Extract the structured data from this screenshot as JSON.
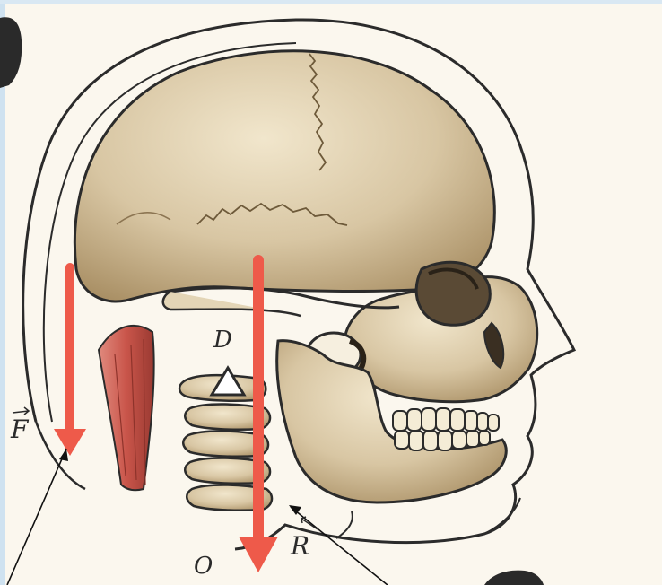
{
  "colors": {
    "background": "#fbf7ee",
    "frame": "#cfe2f0",
    "skull_fill": "#d8c6a3",
    "skull_shade": "#a88e63",
    "outline": "#2b2b2b",
    "arrow": "#ee5a4a",
    "muscle": "#c9554a"
  },
  "labels": {
    "F": "F",
    "D": "D",
    "R": "R",
    "O": "O"
  },
  "icons": {
    "pivot": "triangle-fulcrum-icon"
  }
}
